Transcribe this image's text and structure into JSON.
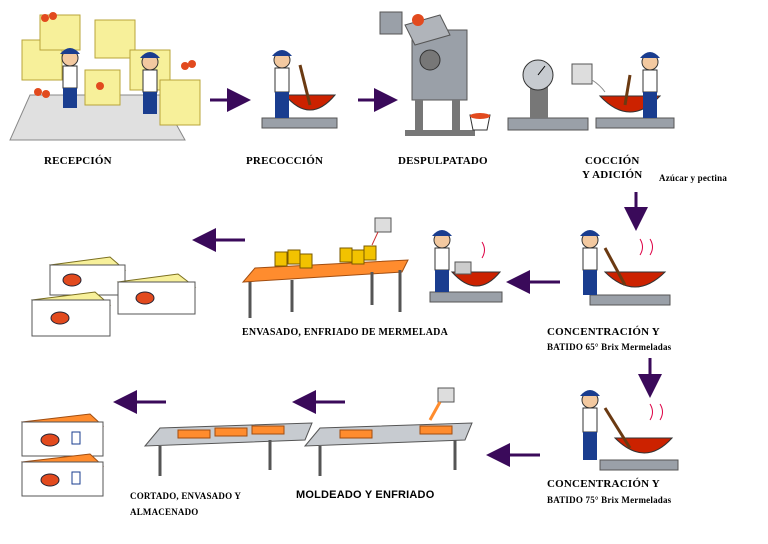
{
  "steps": {
    "recepcion": "RECEPCIÓN",
    "precoccion": "PRECOCCIÓN",
    "despulpatado": "DESPULPATADO",
    "coccion_1": "COCCIÓN",
    "coccion_2": "Y ADICIÓN",
    "coccion_note": "Azúcar y pectina",
    "conc65_1": "CONCENTRACIÓN Y",
    "conc65_2": "BATIDO  65° Brix Mermeladas",
    "envasado": "ENVASADO, ENFRIADO DE MERMELADA",
    "conc75_1": "CONCENTRACIÓN Y",
    "conc75_2": "BATIDO 75° Brix Mermeladas",
    "moldeado": "MOLDEADO Y ENFRIADO",
    "cortado_1": "CORTADO, ENVASADO Y",
    "cortado_2": "ALMACENADO"
  },
  "colors": {
    "box": "#f7f09a",
    "table_top": "#ff8c2e",
    "metal": "#9aa0a8",
    "worker_cap": "#1a3d8f",
    "arrow": "#3a0a5a",
    "pot": "#cc2200"
  }
}
